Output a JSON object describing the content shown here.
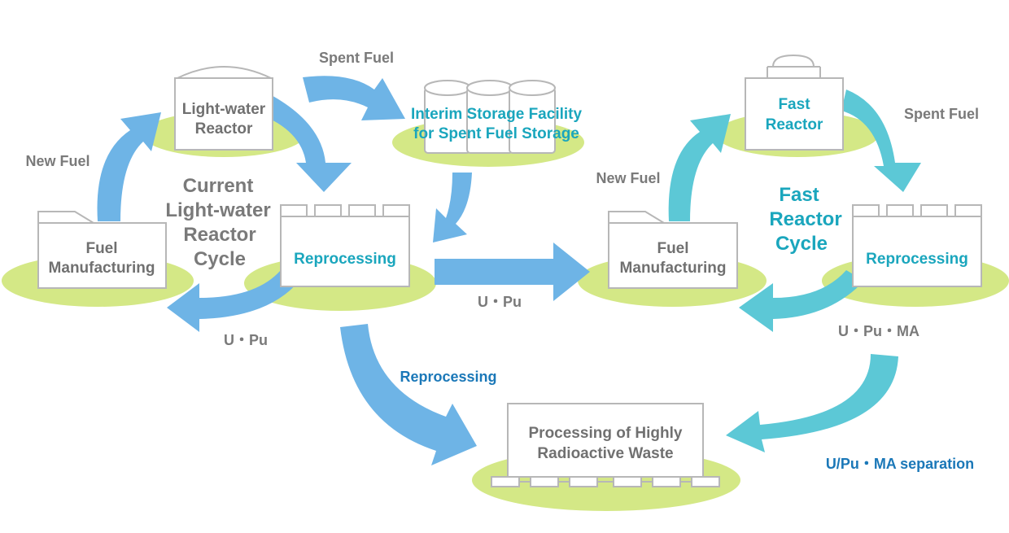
{
  "nodes": {
    "lwr": {
      "line1": "Light-water",
      "line2": "Reactor"
    },
    "reproc1": {
      "label": "Reprocessing"
    },
    "fuelmfg1": {
      "line1": "Fuel",
      "line2": "Manufacturing"
    },
    "interim": {
      "line1": "Interim Storage Facility",
      "line2": "for Spent Fuel Storage"
    },
    "fast": {
      "line1": "Fast",
      "line2": "Reactor"
    },
    "reproc2": {
      "label": "Reprocessing"
    },
    "fuelmfg2": {
      "line1": "Fuel",
      "line2": "Manufacturing"
    },
    "hlw": {
      "line1": "Processing of Highly",
      "line2": "Radioactive Waste"
    }
  },
  "cycles": {
    "lwr_cycle": [
      "Current",
      "Light-water",
      "Reactor",
      "Cycle"
    ],
    "fast_cycle": [
      "Fast",
      "Reactor",
      "Cycle"
    ]
  },
  "edges": {
    "spent_fuel_1": "Spent Fuel",
    "new_fuel_1": "New Fuel",
    "upu_1": "U・Pu",
    "upu_transfer": "U・Pu",
    "spent_fuel_2": "Spent Fuel",
    "new_fuel_2": "New Fuel",
    "upuma": "U・Pu・MA",
    "reprocessing_waste": "Reprocessing",
    "separation": "U/Pu・MA separation"
  },
  "colors": {
    "blue_arrow": "#6eb4e6",
    "teal_arrow": "#5cc8d6",
    "pad": "#d4e886",
    "box_border": "#b7b7b7"
  }
}
